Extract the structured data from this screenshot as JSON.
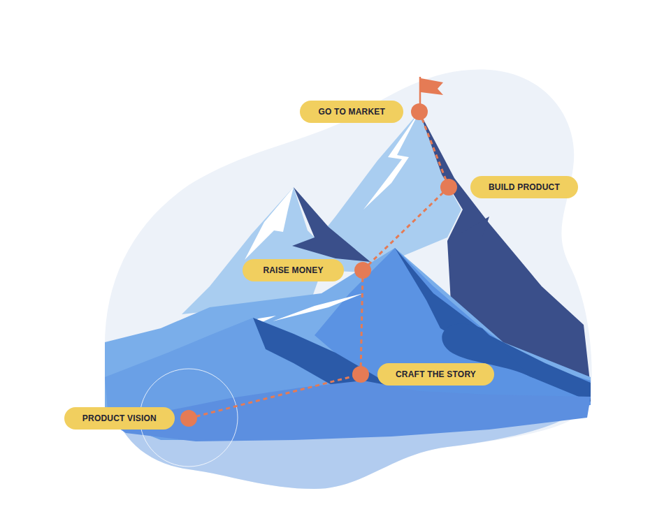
{
  "diagram": {
    "nodes": [
      {
        "text": [
          "GO TO MARKET"
        ]
      },
      {
        "text": [
          "BUILD PRODUCT"
        ]
      },
      {
        "text": [
          "RAISE MONEY"
        ]
      },
      {
        "text": [
          "CRAFT THE STORY"
        ]
      },
      {
        "text": [
          "PRODUCT VISION"
        ]
      }
    ],
    "edges": [
      {
        "from": 4,
        "to": 3,
        "arrow": "none"
      },
      {
        "from": 3,
        "to": 2,
        "arrow": "none"
      },
      {
        "from": 2,
        "to": 1,
        "arrow": "none"
      },
      {
        "from": 1,
        "to": 0,
        "arrow": "none"
      }
    ]
  }
}
